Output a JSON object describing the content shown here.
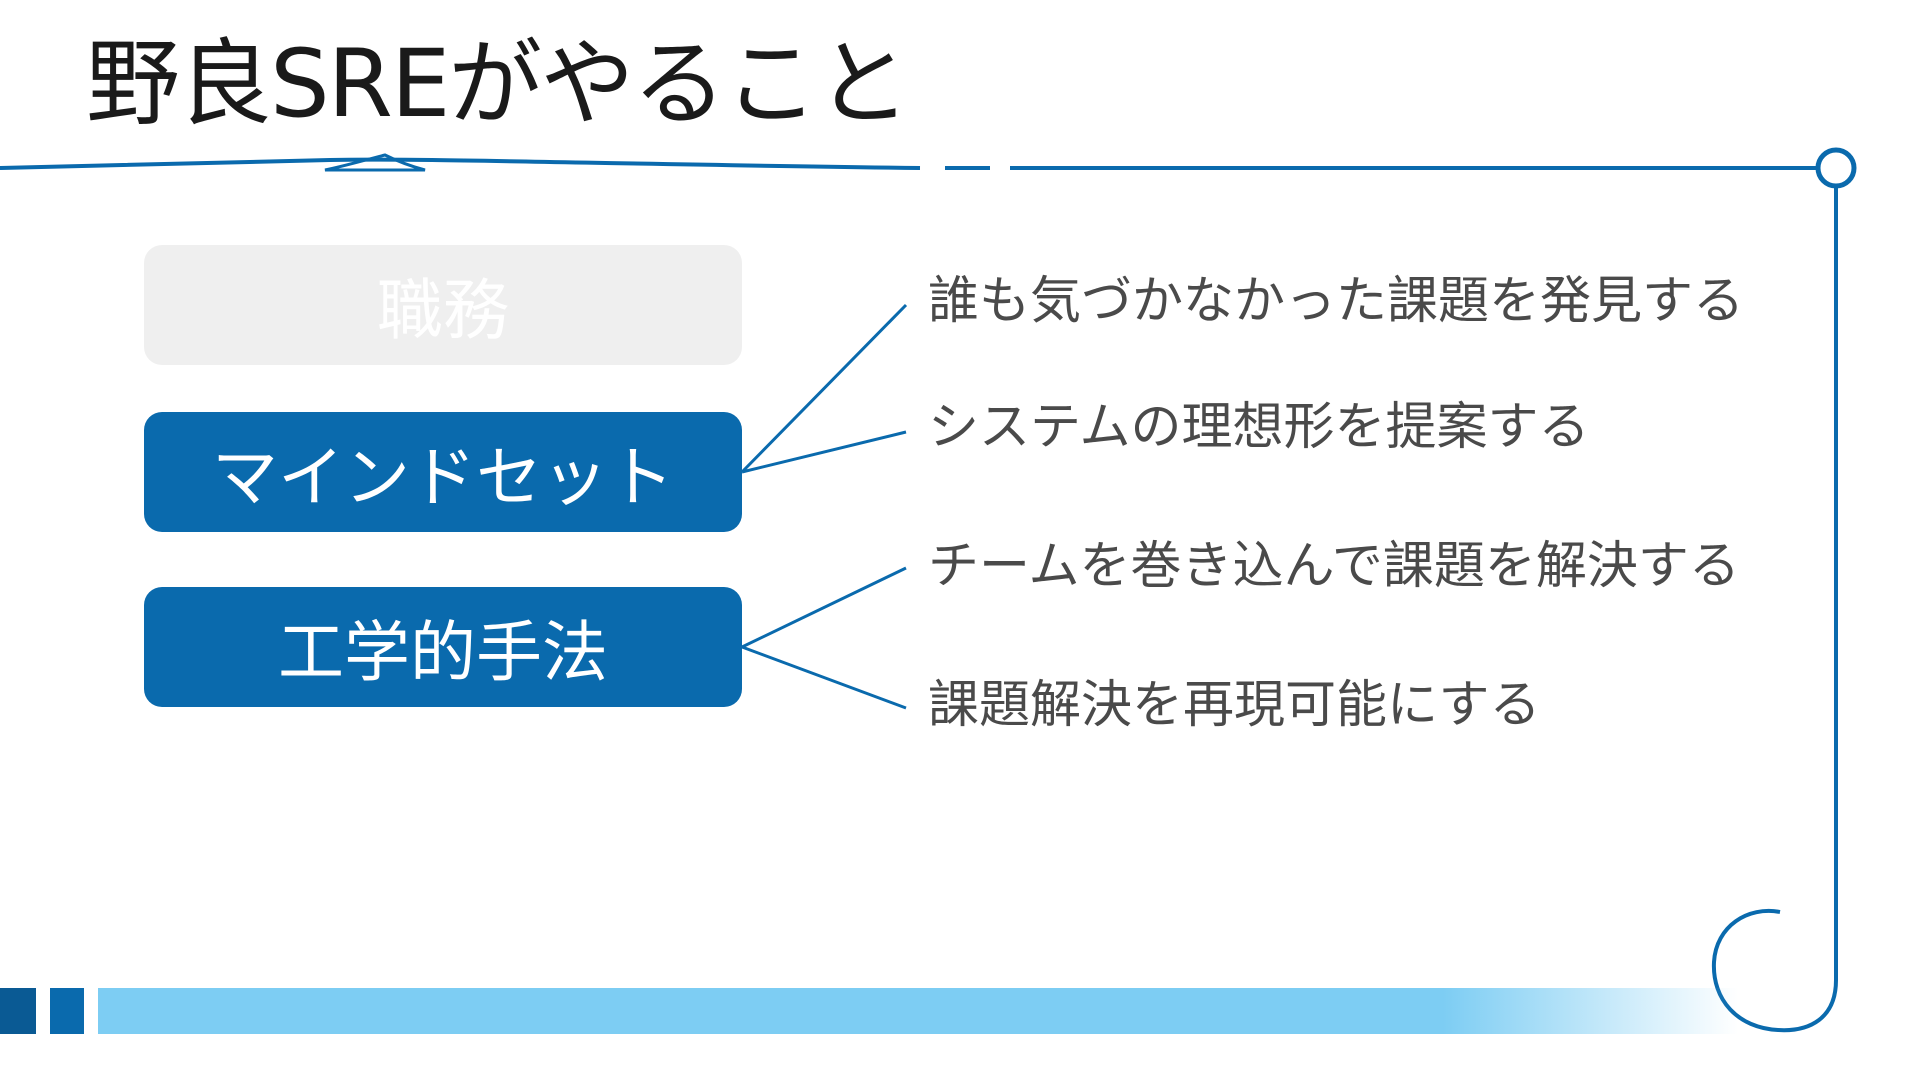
{
  "title": "野良SREがやること",
  "categories": [
    {
      "label": "職務",
      "state": "muted"
    },
    {
      "label": "マインドセット",
      "state": "active"
    },
    {
      "label": "工学的手法",
      "state": "active"
    }
  ],
  "items": [
    {
      "text": "誰も気づかなかった課題を発見する",
      "group": "マインドセット"
    },
    {
      "text": "システムの理想形を提案する",
      "group": "マインドセット"
    },
    {
      "text": "チームを巻き込んで課題を解決する",
      "group": "工学的手法"
    },
    {
      "text": "課題解決を再現可能にする",
      "group": "工学的手法"
    }
  ],
  "colors": {
    "accent": "#0a6aad",
    "accent_dark": "#0a5a94",
    "accent_light": "#7dcdf3",
    "muted": "#efefef",
    "text": "#4a4a4a"
  }
}
